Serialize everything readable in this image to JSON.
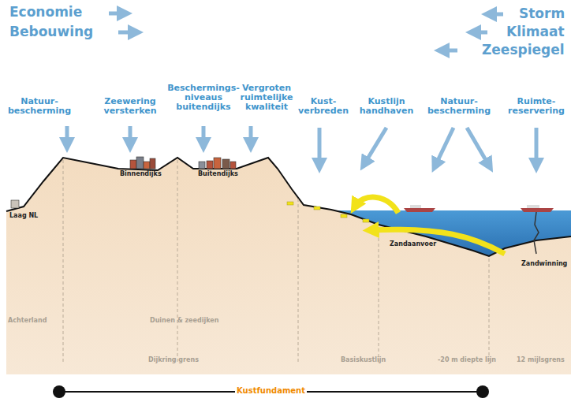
{
  "diagram": {
    "labels": [
      "Economie",
      "Storm",
      "Bebouwing",
      "Klimaat",
      "Zeespiegel",
      "Natuur- bescherming",
      "Zeewering versterken",
      "Beschermings- niveaus buitendijks",
      "Vergroten ruimtelijke kwaliteit",
      "Kust- verbreden",
      "Kustlijn handhaven",
      "Natuur- bescherming",
      "Ruimte- reservering",
      "Laag NL",
      "Binnendijks",
      "Buitendijks",
      "Zandaanvoer",
      "Zandwinning",
      "Achterland",
      "Duinen & zeedijken",
      "Dijkring grens",
      "Basiskustlijn",
      "-20 m diepte lijn",
      "12 mijlsgrens",
      "Kustfundament"
    ]
  }
}
